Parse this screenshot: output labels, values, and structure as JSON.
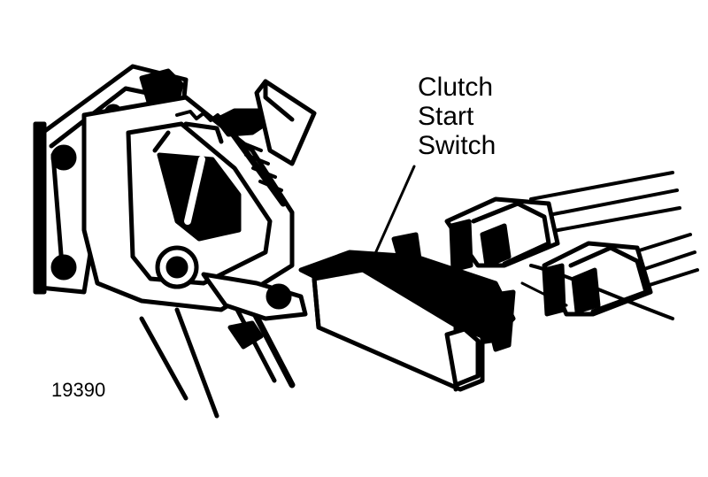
{
  "callout": {
    "line1": "Clutch",
    "line2": "Start",
    "line3": "Switch"
  },
  "figure_number": "19390",
  "colors": {
    "ink": "#000000",
    "paper": "#ffffff"
  }
}
